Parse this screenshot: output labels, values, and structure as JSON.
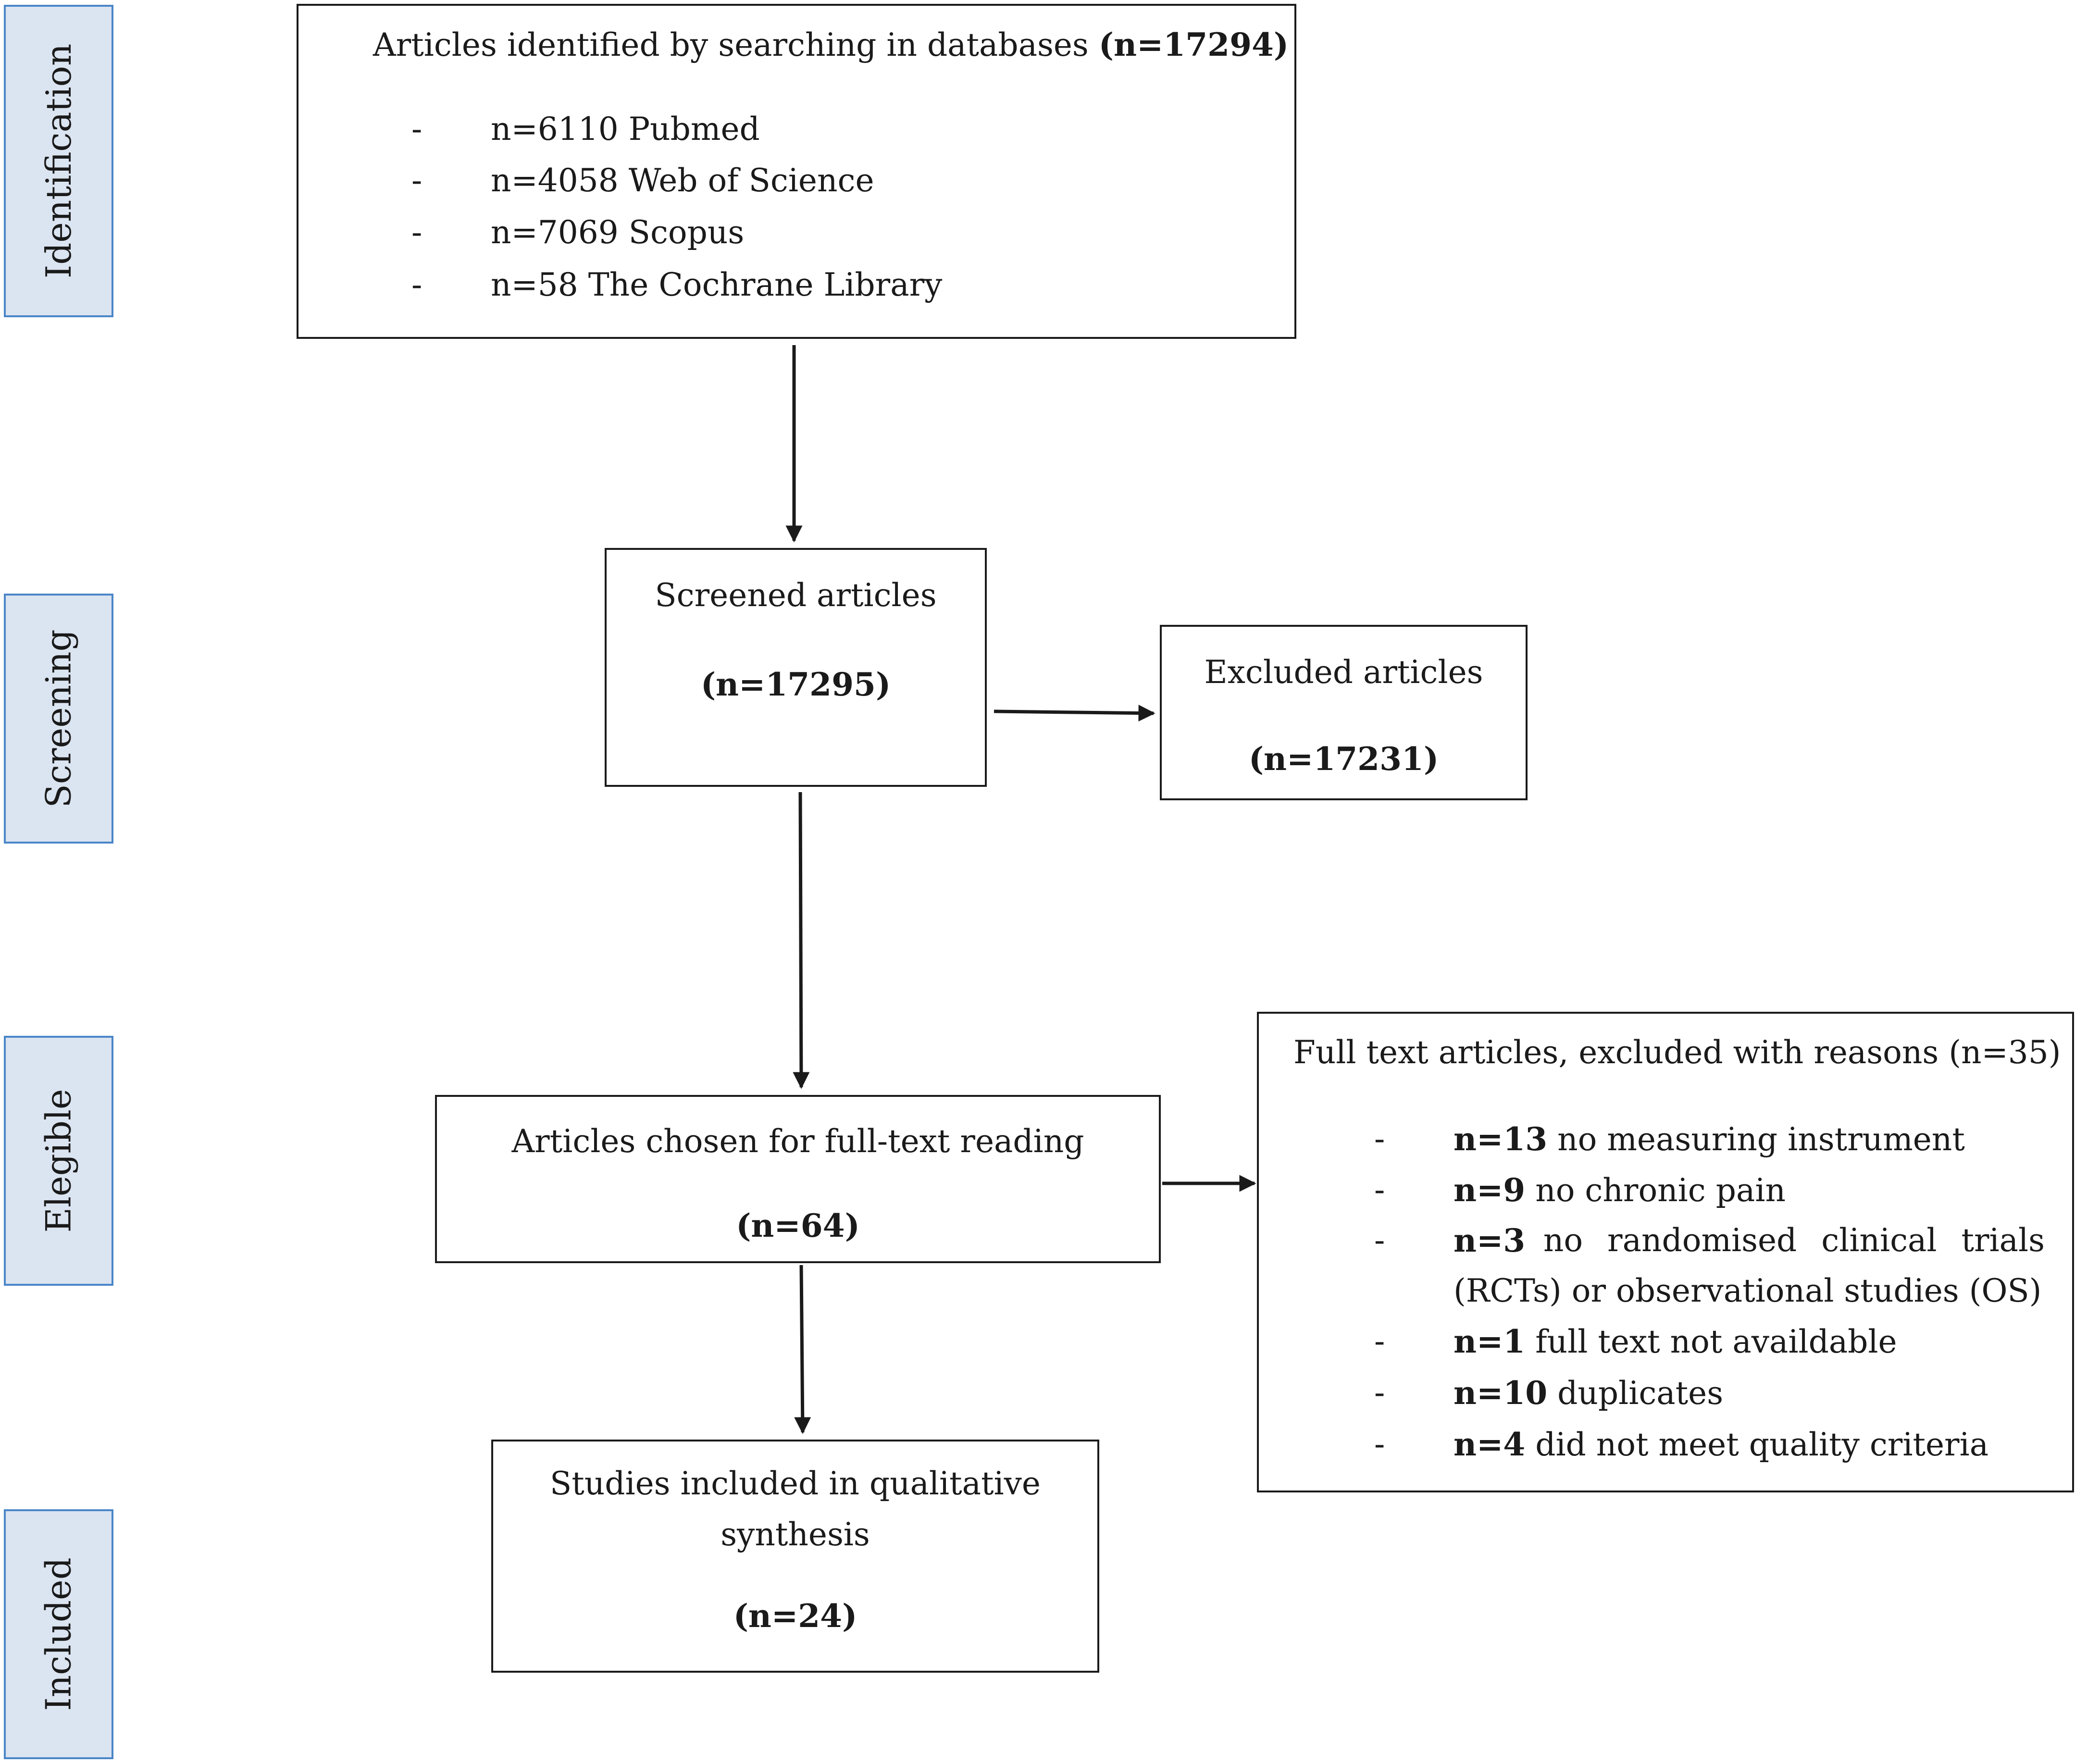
{
  "phases": {
    "identification": "Identification",
    "screening": "Screening",
    "elegible": "Elegible",
    "included": "Included"
  },
  "identified": {
    "title_prefix": "Articles identified by searching in databases ",
    "title_count": "(n=17294)",
    "bullet": "-",
    "sources": [
      "n=6110 Pubmed",
      "n=4058 Web of Science",
      "n=7069 Scopus",
      "n=58 The Cochrane Library"
    ]
  },
  "screened": {
    "title": "Screened articles",
    "count": "(n=17295)"
  },
  "excluded": {
    "title": "Excluded articles",
    "count": "(n=17231)"
  },
  "fulltext": {
    "title": "Articles chosen for full-text reading",
    "count": "(n=64)"
  },
  "fulltext_excluded": {
    "title": "Full text articles, excluded with reasons (n=35)",
    "bullet": "-",
    "reasons": [
      {
        "count": "n=13",
        "text": " no measuring instrument"
      },
      {
        "count": "n=9",
        "text": " no chronic pain"
      },
      {
        "count": "n=3",
        "text": " no randomised clinical trials"
      },
      {
        "count": "",
        "text": "(RCTs) or observational studies (OS)"
      },
      {
        "count": "n=1",
        "text": " full text not availdable"
      },
      {
        "count": "n=10",
        "text": " duplicates"
      },
      {
        "count": "n=4",
        "text": " did not meet quality criteria"
      }
    ]
  },
  "included_box": {
    "title_line1": "Studies included in qualitative",
    "title_line2": "synthesis",
    "count": "(n=24)"
  }
}
